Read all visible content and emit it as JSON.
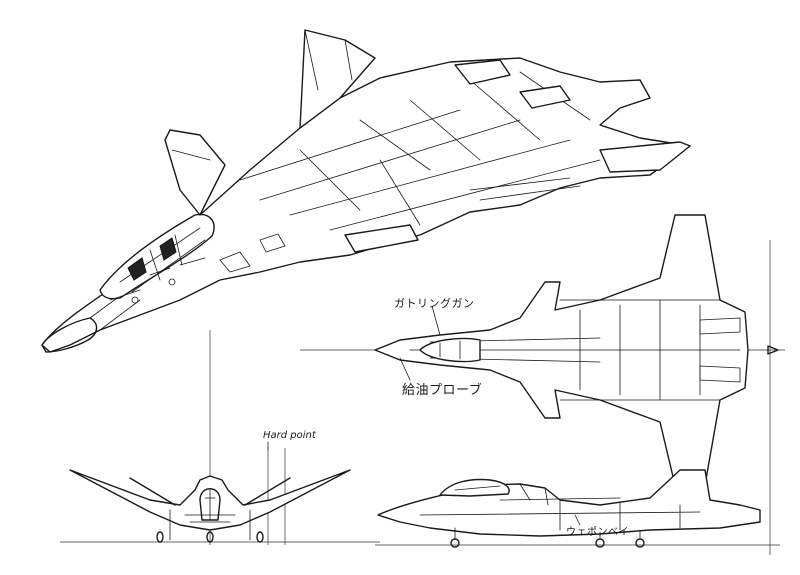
{
  "labels": {
    "gatling_gun": "ガトリングガン",
    "refuel_probe": "給油プローブ",
    "hard_point": "Hard point",
    "weapon_bay": "ウェポンベイ"
  },
  "colors": {
    "ink": "#1a1a1a",
    "paper": "#ffffff"
  }
}
